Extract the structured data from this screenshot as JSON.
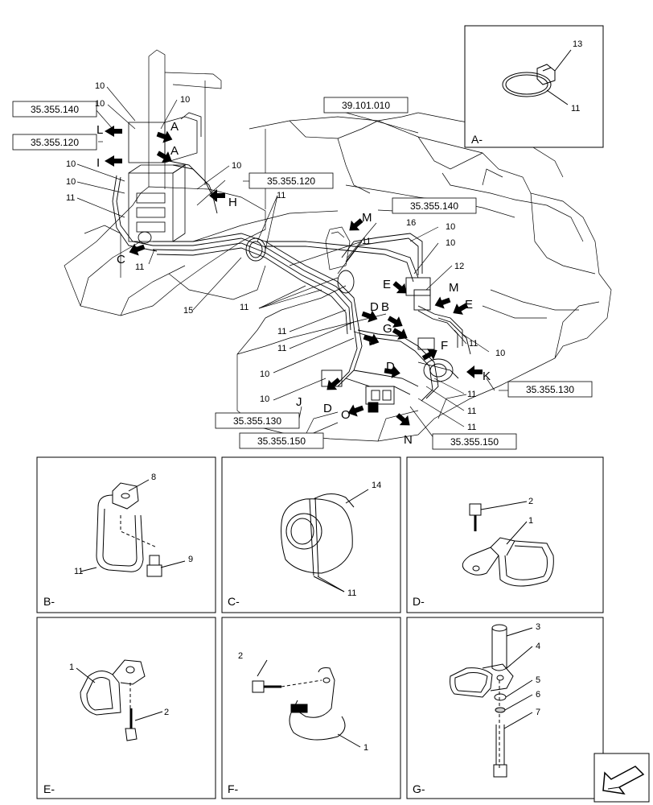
{
  "references": {
    "r140_top": "35.355.140",
    "r120_left": "35.355.120",
    "r120_mid": "35.355.120",
    "r140_mid": "35.355.140",
    "r39": "39.101.010",
    "r130_right": "35.355.130",
    "r130_bottom": "35.355.130",
    "r150_bottom": "35.355.150",
    "r150_right": "35.355.150"
  },
  "main_callouts": {
    "n10_a": "10",
    "n10_b": "10",
    "n10_c": "10",
    "n10_d": "10",
    "n10_e": "10",
    "n10_f": "10",
    "n10_g": "10",
    "n10_h": "10",
    "n10_i": "10",
    "n10_j": "10",
    "n11_a": "11",
    "n11_b": "11",
    "n11_c": "11",
    "n11_d": "11",
    "n11_e": "11",
    "n11_f": "11",
    "n11_g": "11",
    "n11_h": "11",
    "n11_i": "11",
    "n11_j": "11",
    "n11_k": "11",
    "n12": "12",
    "n15": "15",
    "n16": "16"
  },
  "main_letters": {
    "L": "L",
    "I": "I",
    "A1": "A",
    "A2": "A",
    "H": "H",
    "C": "C",
    "M1": "M",
    "M2": "M",
    "E1": "E",
    "E2": "E",
    "D1": "D",
    "D2": "D",
    "D3": "D",
    "D4": "D",
    "B": "B",
    "G": "G",
    "F": "F",
    "K": "K",
    "J": "J",
    "O": "O",
    "N": "N"
  },
  "panels": {
    "A": {
      "title": "A-",
      "callouts": [
        "13",
        "11"
      ]
    },
    "B": {
      "title": "B-",
      "callouts": [
        "8",
        "11",
        "9"
      ]
    },
    "C": {
      "title": "C-",
      "callouts": [
        "14",
        "11"
      ]
    },
    "D": {
      "title": "D-",
      "callouts": [
        "2",
        "1"
      ]
    },
    "E": {
      "title": "E-",
      "callouts": [
        "1",
        "2"
      ]
    },
    "F": {
      "title": "F-",
      "callouts": [
        "2",
        "1"
      ]
    },
    "G": {
      "title": "G-",
      "callouts": [
        "3",
        "4",
        "5",
        "6",
        "7"
      ]
    }
  },
  "icons": {
    "nav": "next-page-arrow-icon"
  }
}
